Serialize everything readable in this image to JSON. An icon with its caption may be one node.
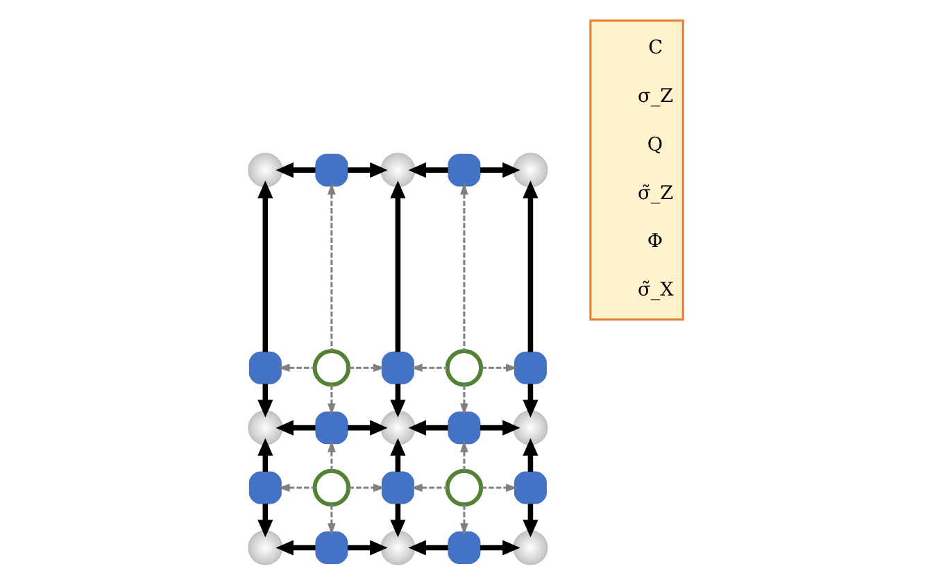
{
  "diagram": {
    "nodes": [
      {
        "text": [],
        "shape": "sphere"
      },
      {
        "text": [],
        "shape": "box"
      },
      {
        "text": [],
        "shape": "sphere"
      },
      {
        "text": [],
        "shape": "box"
      },
      {
        "text": [],
        "shape": "sphere"
      },
      {
        "text": [],
        "shape": "box"
      },
      {
        "text": [],
        "shape": "circle"
      },
      {
        "text": [],
        "shape": "box"
      },
      {
        "text": [],
        "shape": "circle"
      },
      {
        "text": [],
        "shape": "box"
      },
      {
        "text": [],
        "shape": "sphere"
      },
      {
        "text": [],
        "shape": "box"
      },
      {
        "text": [],
        "shape": "sphere"
      },
      {
        "text": [],
        "shape": "box"
      },
      {
        "text": [],
        "shape": "sphere"
      },
      {
        "text": [],
        "shape": "box"
      },
      {
        "text": [],
        "shape": "circle"
      },
      {
        "text": [],
        "shape": "box"
      },
      {
        "text": [],
        "shape": "circle"
      },
      {
        "text": [],
        "shape": "box"
      },
      {
        "text": [],
        "shape": "sphere"
      },
      {
        "text": [],
        "shape": "box"
      },
      {
        "text": [],
        "shape": "sphere"
      },
      {
        "text": [],
        "shape": "box"
      },
      {
        "text": [],
        "shape": "sphere"
      }
    ],
    "edges": [
      {
        "from": 1,
        "to": 0,
        "arrow": "to"
      },
      {
        "from": 1,
        "to": 2,
        "arrow": "to"
      },
      {
        "from": 3,
        "to": 2,
        "arrow": "to"
      },
      {
        "from": 3,
        "to": 4,
        "arrow": "to"
      },
      {
        "from": 5,
        "to": 0,
        "arrow": "to"
      },
      {
        "from": 5,
        "to": 10,
        "arrow": "to"
      },
      {
        "from": 7,
        "to": 2,
        "arrow": "to"
      },
      {
        "from": 7,
        "to": 12,
        "arrow": "to"
      },
      {
        "from": 9,
        "to": 4,
        "arrow": "to"
      },
      {
        "from": 9,
        "to": 14,
        "arrow": "to"
      },
      {
        "from": 11,
        "to": 10,
        "arrow": "to"
      },
      {
        "from": 11,
        "to": 12,
        "arrow": "to"
      },
      {
        "from": 13,
        "to": 12,
        "arrow": "to"
      },
      {
        "from": 13,
        "to": 14,
        "arrow": "to"
      },
      {
        "from": 15,
        "to": 10,
        "arrow": "to"
      },
      {
        "from": 15,
        "to": 20,
        "arrow": "to"
      },
      {
        "from": 17,
        "to": 12,
        "arrow": "to"
      },
      {
        "from": 17,
        "to": 22,
        "arrow": "to"
      },
      {
        "from": 19,
        "to": 14,
        "arrow": "to"
      },
      {
        "from": 19,
        "to": 24,
        "arrow": "to"
      },
      {
        "from": 21,
        "to": 20,
        "arrow": "to"
      },
      {
        "from": 21,
        "to": 22,
        "arrow": "to"
      },
      {
        "from": 23,
        "to": 22,
        "arrow": "to"
      },
      {
        "from": 23,
        "to": 24,
        "arrow": "to"
      },
      {
        "from": 6,
        "to": 1,
        "arrow": "to",
        "style": "dashed",
        "color": "#808080"
      },
      {
        "from": 6,
        "to": 5,
        "arrow": "to",
        "style": "dashed",
        "color": "#808080"
      },
      {
        "from": 6,
        "to": 7,
        "arrow": "to",
        "style": "dashed",
        "color": "#808080"
      },
      {
        "from": 6,
        "to": 11,
        "arrow": "to",
        "style": "dashed",
        "color": "#808080"
      },
      {
        "from": 8,
        "to": 3,
        "arrow": "to",
        "style": "dashed",
        "color": "#808080"
      },
      {
        "from": 8,
        "to": 7,
        "arrow": "to",
        "style": "dashed",
        "color": "#808080"
      },
      {
        "from": 8,
        "to": 9,
        "arrow": "to",
        "style": "dashed",
        "color": "#808080"
      },
      {
        "from": 8,
        "to": 13,
        "arrow": "to",
        "style": "dashed",
        "color": "#808080"
      },
      {
        "from": 16,
        "to": 11,
        "arrow": "to",
        "style": "dashed",
        "color": "#808080"
      },
      {
        "from": 16,
        "to": 15,
        "arrow": "to",
        "style": "dashed",
        "color": "#808080"
      },
      {
        "from": 16,
        "to": 17,
        "arrow": "to",
        "style": "dashed",
        "color": "#808080"
      },
      {
        "from": 16,
        "to": 21,
        "arrow": "to",
        "style": "dashed",
        "color": "#808080"
      },
      {
        "from": 18,
        "to": 13,
        "arrow": "to",
        "style": "dashed",
        "color": "#808080"
      },
      {
        "from": 18,
        "to": 17,
        "arrow": "to",
        "style": "dashed",
        "color": "#808080"
      },
      {
        "from": 18,
        "to": 19,
        "arrow": "to",
        "style": "dashed",
        "color": "#808080"
      },
      {
        "from": 18,
        "to": 23,
        "arrow": "to",
        "style": "dashed",
        "color": "#808080"
      }
    ],
    "legend": [
      {
        "text": "C"
      },
      {
        "text": "σ_Z"
      },
      {
        "text": "Q"
      },
      {
        "text": "σ̃_Z"
      },
      {
        "text": "Φ"
      },
      {
        "text": "σ̃_X"
      }
    ]
  }
}
